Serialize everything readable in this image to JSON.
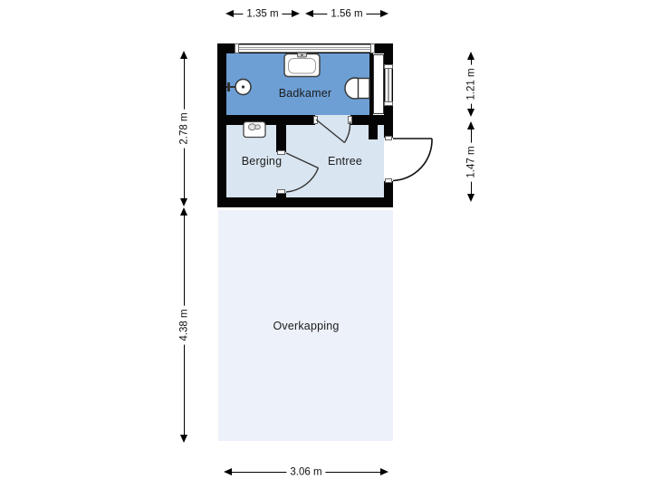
{
  "title": "Floor plan",
  "rooms": {
    "badkamer": {
      "label": "Badkamer"
    },
    "berging": {
      "label": "Berging"
    },
    "entree": {
      "label": "Entree"
    },
    "overkapping": {
      "label": "Overkapping"
    }
  },
  "dimensions": {
    "top_left": "1.35 m",
    "top_right": "1.56 m",
    "left_upper": "2.78 m",
    "left_lower": "4.38 m",
    "right_upper": "1.21 m",
    "right_lower": "1.47 m",
    "bottom": "3.06 m"
  },
  "fixtures": {
    "shower": "shower-head",
    "sink": "washbasin",
    "toilet": "toilet",
    "washer": "boiler-washer"
  },
  "colors": {
    "bathroom_fill": "#6d9fd5",
    "room_fill": "#d9e5f1",
    "canopy_fill": "#edf1f9",
    "wall": "#050505",
    "dimension_text": "#111111",
    "background": "#ffffff"
  }
}
